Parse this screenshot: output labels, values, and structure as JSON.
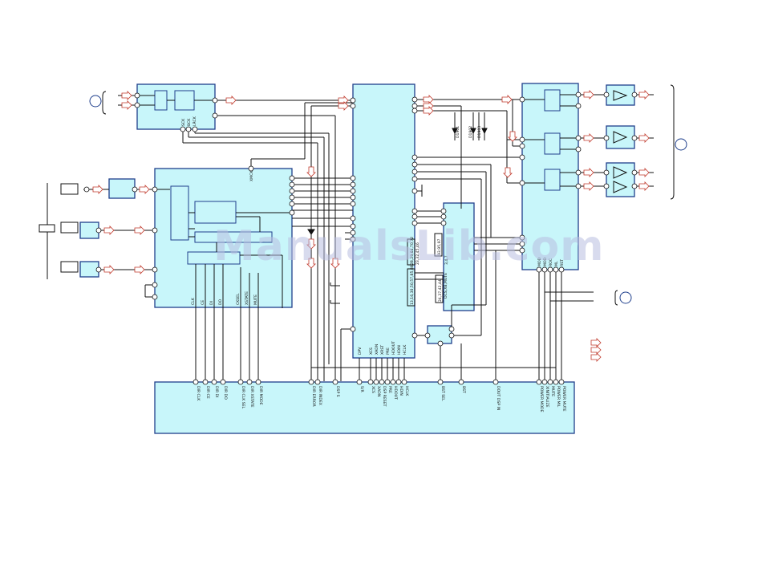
{
  "watermark": "ManualsLib.com",
  "colors": {
    "block_fill": "#c8f6fa",
    "block_stroke": "#1f3f8c",
    "signal_arrow": "#c0392b",
    "wire": "#111111"
  },
  "labels": {
    "in_block_pins": [
      "SCK",
      "BCK",
      "LRCK"
    ],
    "dir_xmck": "XMCK",
    "dir_bottom": [
      "CLK",
      "CE",
      "DI",
      "DO",
      "CKSEL",
      "XSTATE",
      "MUTE"
    ],
    "diodes": [
      "D1901",
      "D1902",
      "D1903"
    ],
    "dsp_pins": [
      "DPV",
      "XCS",
      "XADN",
      "XRST",
      "PRE",
      "HDOUT",
      "HDIN",
      "HCLK"
    ],
    "dsp_groups": [
      "13,16,30,50,57,85,86",
      "23,32,45,46",
      "28,29,64,70,72",
      "93,95,97",
      "24,37,42,44",
      "3,4,7",
      "OCS,XB,MUTE"
    ],
    "bottom_pins": [
      "DIR CLK",
      "DIR CE",
      "DIR DI",
      "DIR DO",
      "DIR CLK SEL",
      "DIR XSTATE",
      "DIR MODE",
      "DIR ERROR",
      "DIR INDEX",
      "DSP S",
      "S/R",
      "XCS",
      "XADN",
      "DSP RESET",
      "PRE",
      "HDOUT",
      "HDIN",
      "HCLK",
      "BST SEL",
      "BST",
      "DOUT DSP IN",
      "POWER MODE",
      "XINITIALIZE",
      "MUTE",
      "POWER MIL",
      "POWER MUTE"
    ],
    "out_block_pins": [
      "MOD",
      "MOD",
      "ROC",
      "ML",
      "RST"
    ]
  }
}
